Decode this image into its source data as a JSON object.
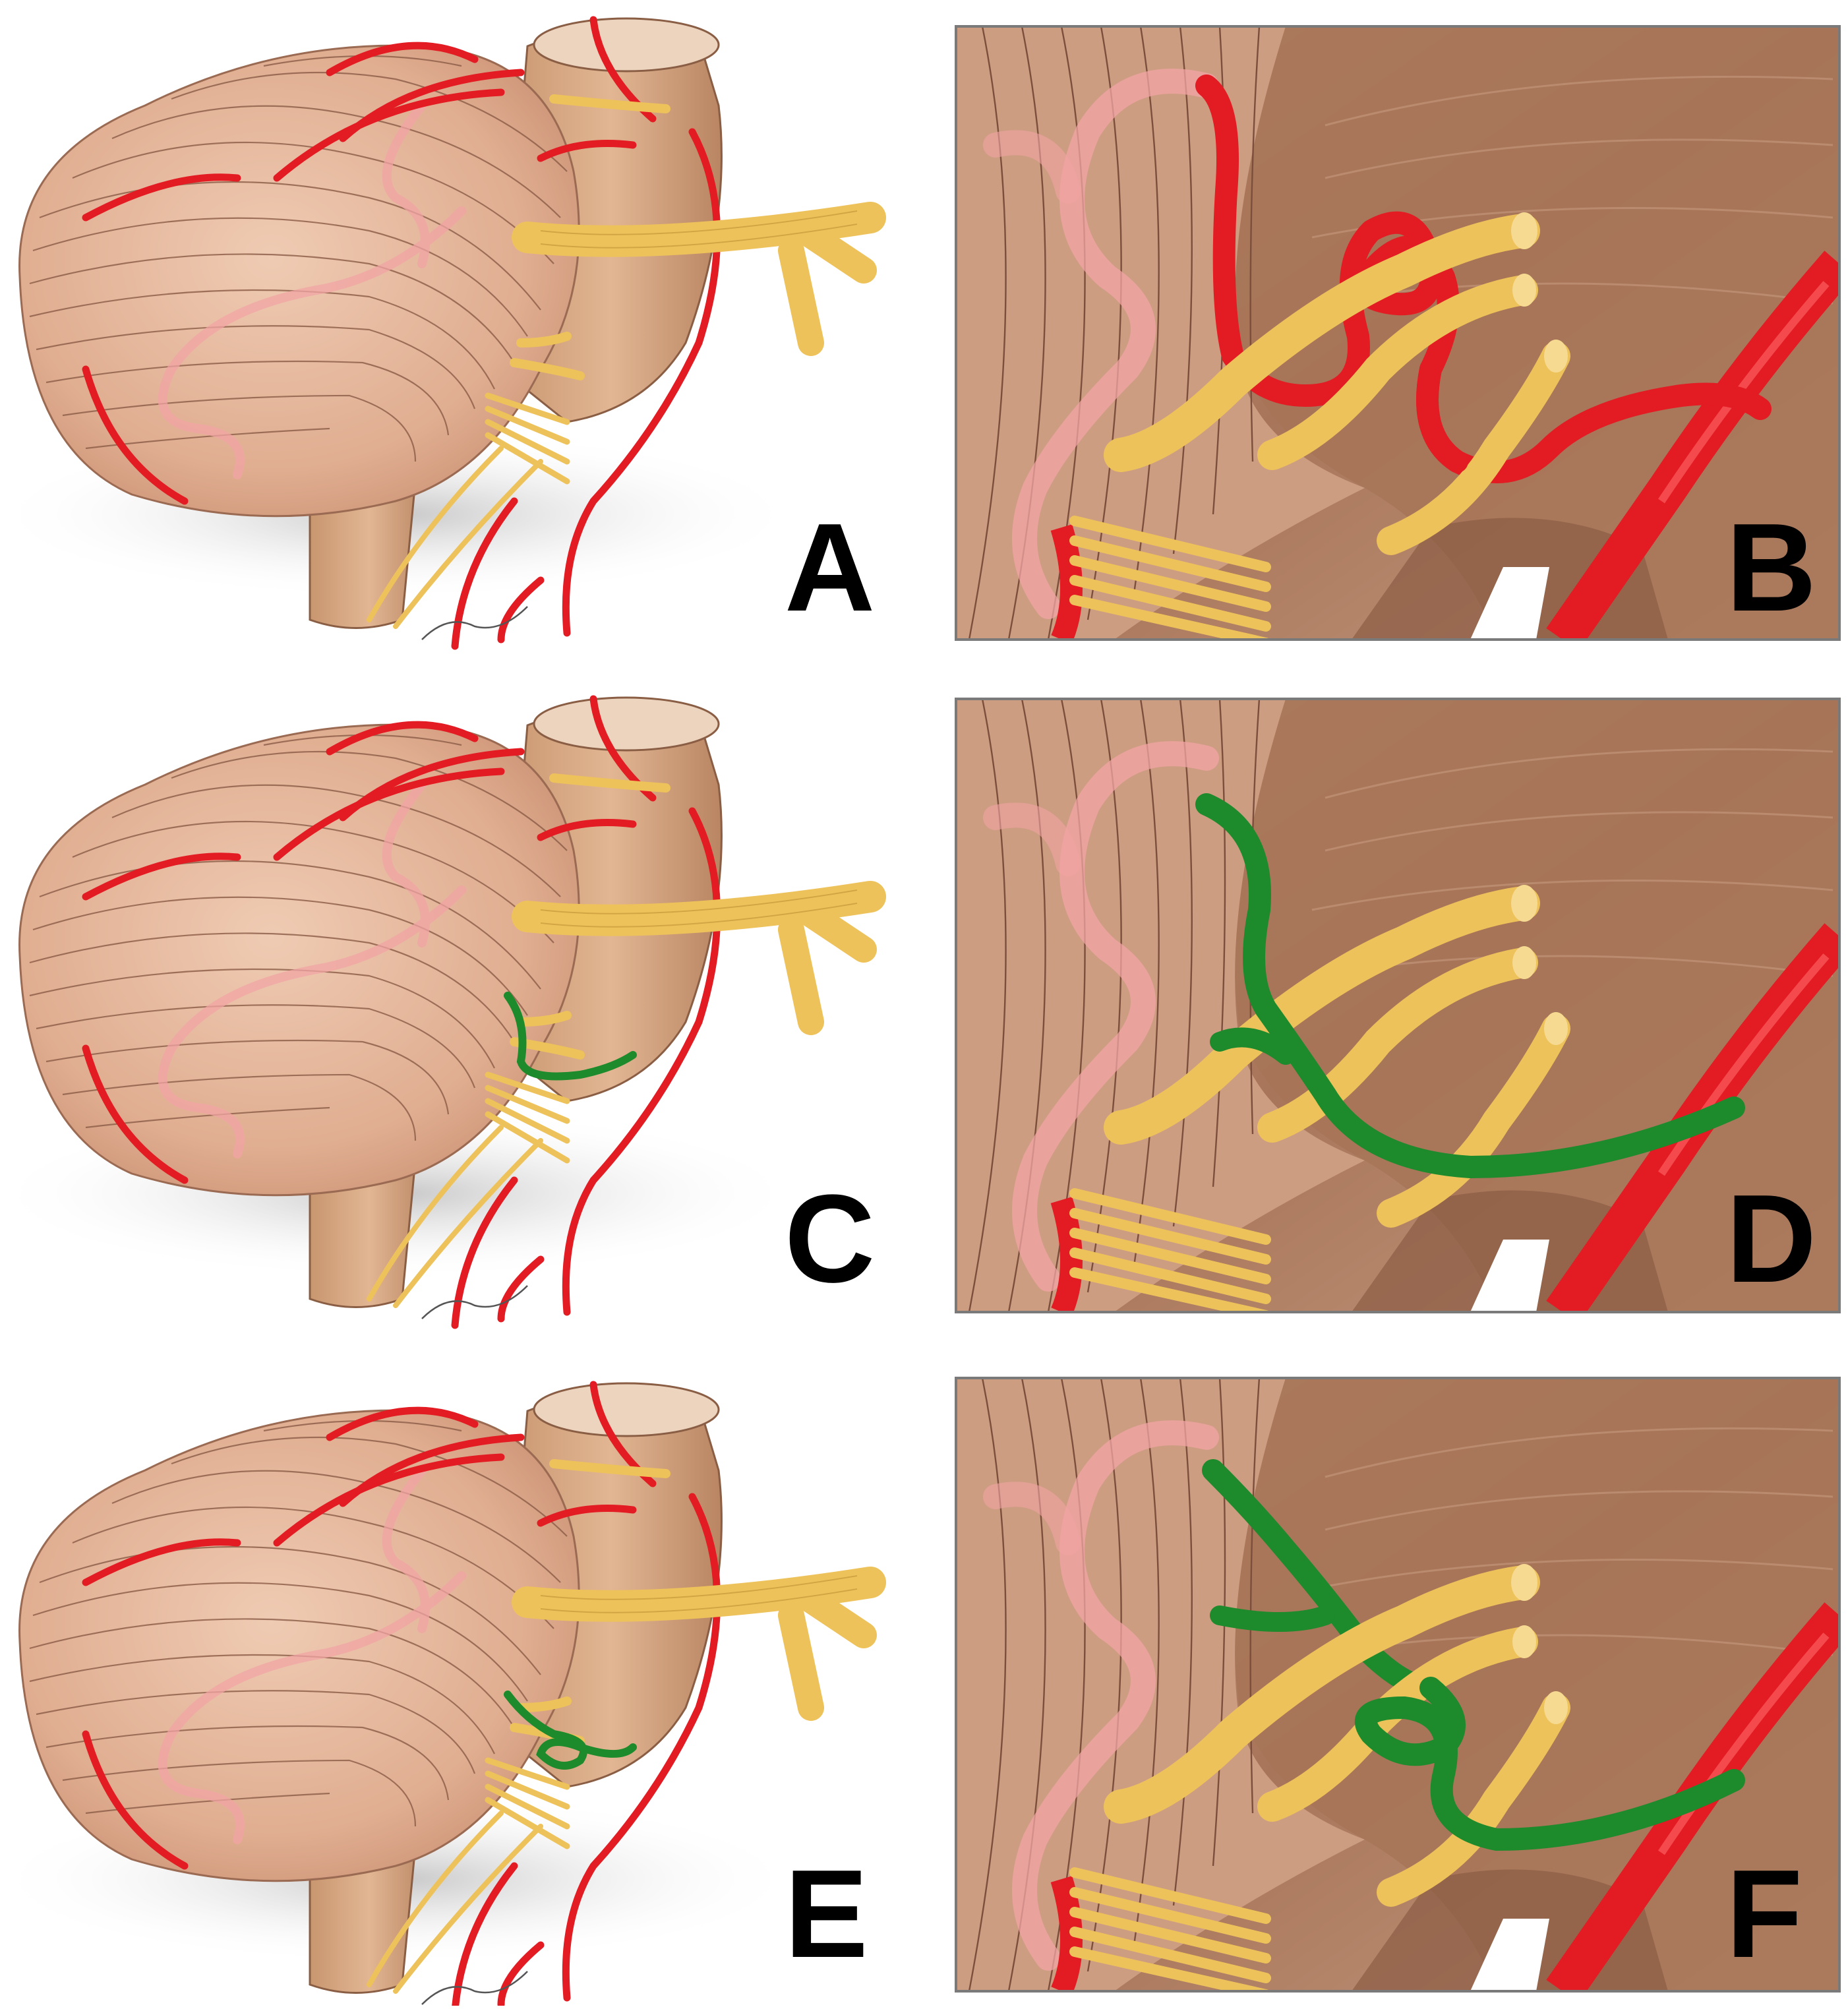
{
  "figure": {
    "panels": [
      {
        "label": "A",
        "kind": "overview",
        "vessel": "red-loop"
      },
      {
        "label": "B",
        "kind": "closeup",
        "vessel": "red-loop"
      },
      {
        "label": "C",
        "kind": "overview",
        "vessel": "green-arch"
      },
      {
        "label": "D",
        "kind": "closeup",
        "vessel": "green-arch"
      },
      {
        "label": "E",
        "kind": "overview",
        "vessel": "green-loop"
      },
      {
        "label": "F",
        "kind": "closeup",
        "vessel": "green-loop"
      }
    ],
    "colors": {
      "artery_red": "#e31b23",
      "artery_faded": "#f1a4a4",
      "highlight_green": "#1d8a2c",
      "nerve_yellow": "#eec25a",
      "cerebellum": "#e3b49a",
      "brainstem": "#d1a381",
      "closeup_bg": "#b88462",
      "panel_border": "#7a7a7a",
      "label": "#000000"
    }
  }
}
